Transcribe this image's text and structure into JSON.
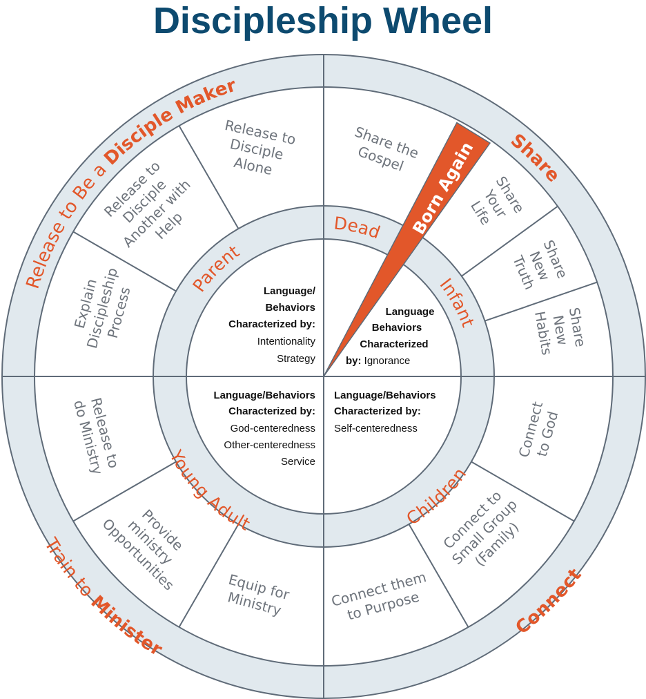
{
  "title": "Discipleship Wheel",
  "colors": {
    "accent": "#e2572a",
    "title": "#0d4a6f",
    "ring": "#e1e9ee",
    "line": "#5f6b78",
    "segment_text": "#6e747c"
  },
  "outer_labels": {
    "release": {
      "normal": "Release to Be a ",
      "bold": "Disciple Maker"
    },
    "share": {
      "bold": "Share"
    },
    "connect": {
      "bold": "Connect"
    },
    "train": {
      "normal": "Train to ",
      "bold": "Minister"
    }
  },
  "stages": {
    "dead": "Dead",
    "infant": "Infant",
    "children": "Children",
    "young_adult": "Young Adult",
    "parent": "Parent"
  },
  "born_again": "Born Again",
  "segments": [
    {
      "lines": [
        "Share the",
        "Gospel"
      ]
    },
    {
      "lines": [
        "Share",
        "Your",
        "Life"
      ]
    },
    {
      "lines": [
        "Share",
        "New",
        "Truth"
      ]
    },
    {
      "lines": [
        "Share",
        "New",
        "Habits"
      ]
    },
    {
      "lines": [
        "Connect",
        "to God"
      ]
    },
    {
      "lines": [
        "Connect to",
        "Small Group",
        "(Family)"
      ]
    },
    {
      "lines": [
        "Connect them",
        "to Purpose"
      ]
    },
    {
      "lines": [
        "Equip for",
        "Ministry"
      ]
    },
    {
      "lines": [
        "Provide",
        "ministry",
        "Opportunities"
      ]
    },
    {
      "lines": [
        "Release to",
        "do Ministry"
      ]
    },
    {
      "lines": [
        "Explain",
        "Discipleship",
        "Process"
      ]
    },
    {
      "lines": [
        "Release to",
        "Disciple",
        "Another with",
        "Help"
      ]
    },
    {
      "lines": [
        "Release to",
        "Disciple",
        "Alone"
      ]
    }
  ],
  "quadrants": {
    "parent": {
      "l1": "Language/",
      "l2": "Behaviors",
      "l3": "Characterized by:",
      "l4": "Intentionality",
      "l5": "Strategy"
    },
    "infant": {
      "l1": "Language",
      "l2": "Behaviors",
      "l3": "Characterized",
      "l4a": "by:",
      "l4b": " Ignorance"
    },
    "young_adult": {
      "l1": "Language/Behaviors",
      "l2": "Characterized by:",
      "l3": "God-centeredness",
      "l4": "Other-centeredness",
      "l5": "Service"
    },
    "children": {
      "l1": "Language/Behaviors",
      "l2": "Characterized by:",
      "l3": "Self-centeredness"
    }
  }
}
